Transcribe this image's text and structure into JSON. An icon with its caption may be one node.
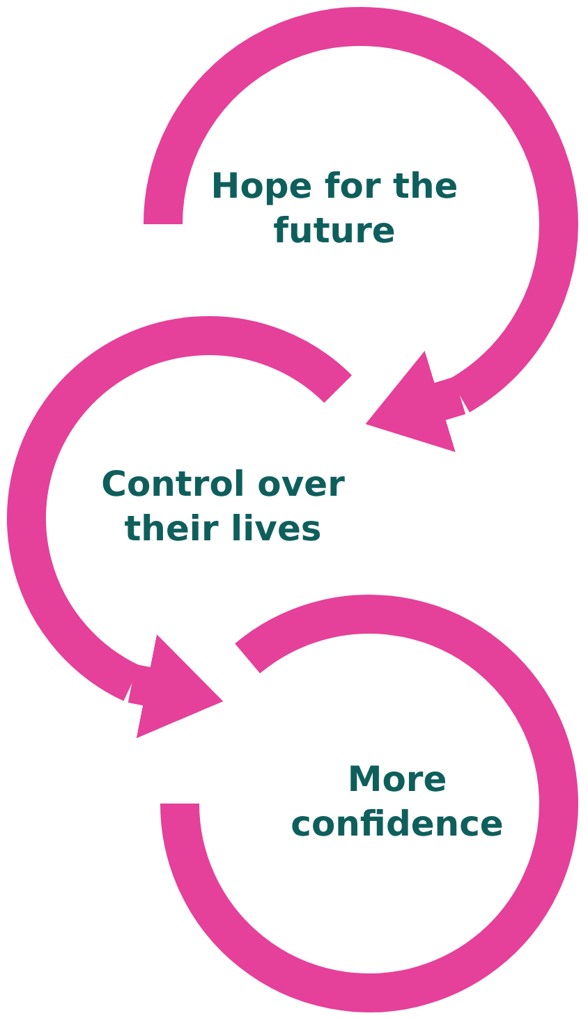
{
  "diagram": {
    "nodes": [
      {
        "text": [
          "Hope for the future"
        ]
      },
      {
        "text": [
          "Control over their lives"
        ]
      },
      {
        "text": [
          "More confidence"
        ]
      }
    ],
    "edges": [
      {
        "from": 0,
        "to": 1,
        "arrow": "to"
      },
      {
        "from": 1,
        "to": 2,
        "arrow": "to"
      }
    ]
  }
}
